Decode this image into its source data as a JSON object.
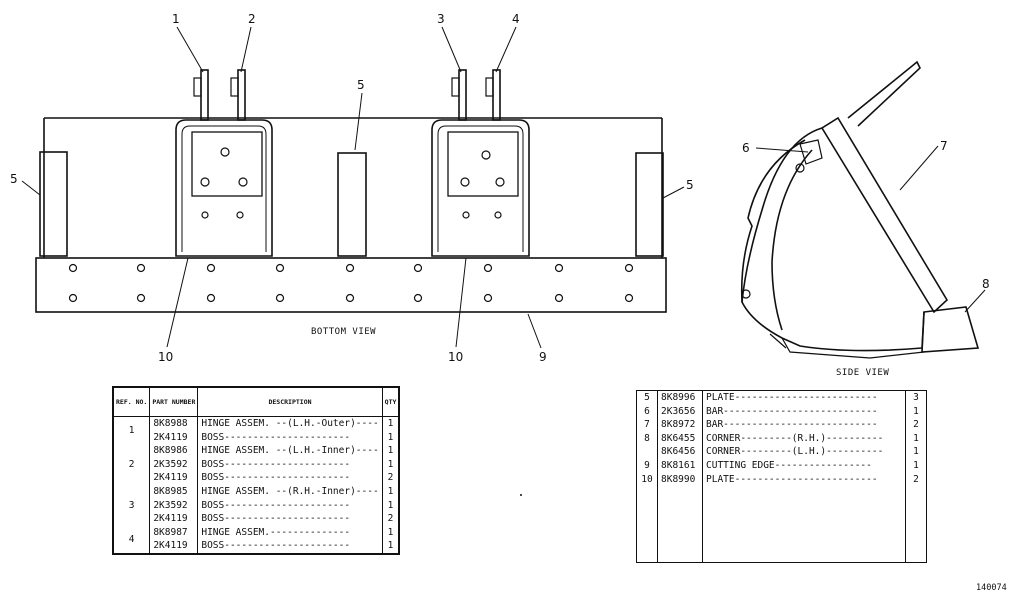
{
  "bottom_view": {
    "caption": "BOTTOM VIEW",
    "callouts": [
      "1",
      "2",
      "3",
      "4",
      "5",
      "5",
      "5",
      "10",
      "10",
      "9"
    ]
  },
  "side_view": {
    "caption": "SIDE VIEW",
    "callouts": [
      "6",
      "7",
      "8"
    ]
  },
  "parts_table_left": {
    "headers": {
      "ref": "REF. NO.",
      "part": "PART NUMBER",
      "description": "DESCRIPTION",
      "qty": "QTY"
    },
    "groups": [
      {
        "ref": "1",
        "rows": [
          {
            "part": "8K8988",
            "description": "HINGE ASSEM. --(L.H.-Outer)----",
            "qty": "1"
          },
          {
            "part": "2K4119",
            "description": "BOSS----------------------",
            "qty": "1"
          }
        ]
      },
      {
        "ref": "2",
        "rows": [
          {
            "part": "8K8986",
            "description": "HINGE ASSEM. --(L.H.-Inner)----",
            "qty": "1"
          },
          {
            "part": "2K3592",
            "description": "BOSS----------------------",
            "qty": "1"
          },
          {
            "part": "2K4119",
            "description": "BOSS----------------------",
            "qty": "2"
          }
        ]
      },
      {
        "ref": "3",
        "rows": [
          {
            "part": "8K8985",
            "description": "HINGE ASSEM. --(R.H.-Inner)----",
            "qty": "1"
          },
          {
            "part": "2K3592",
            "description": "BOSS----------------------",
            "qty": "1"
          },
          {
            "part": "2K4119",
            "description": "BOSS----------------------",
            "qty": "2"
          }
        ]
      },
      {
        "ref": "4",
        "rows": [
          {
            "part": "8K8987",
            "description": "HINGE ASSEM.--------------",
            "qty": "1"
          },
          {
            "part": "2K4119",
            "description": "BOSS----------------------",
            "qty": "1"
          }
        ]
      }
    ]
  },
  "parts_table_right": {
    "rows": [
      {
        "ref": "5",
        "part": "8K8996",
        "description": "PLATE-------------------------",
        "qty": "3"
      },
      {
        "ref": "6",
        "part": "2K3656",
        "description": "BAR---------------------------",
        "qty": "1"
      },
      {
        "ref": "7",
        "part": "8K8972",
        "description": "BAR---------------------------",
        "qty": "2"
      },
      {
        "ref": "8",
        "part": "8K6455",
        "description": "CORNER---------(R.H.)----------",
        "qty": "1"
      },
      {
        "ref": "",
        "part": "8K6456",
        "description": "CORNER---------(L.H.)----------",
        "qty": "1"
      },
      {
        "ref": "9",
        "part": "8K8161",
        "description": "CUTTING EDGE-----------------",
        "qty": "1"
      },
      {
        "ref": "10",
        "part": "8K8990",
        "description": "PLATE-------------------------",
        "qty": "2"
      }
    ]
  },
  "figure_number": "140074"
}
